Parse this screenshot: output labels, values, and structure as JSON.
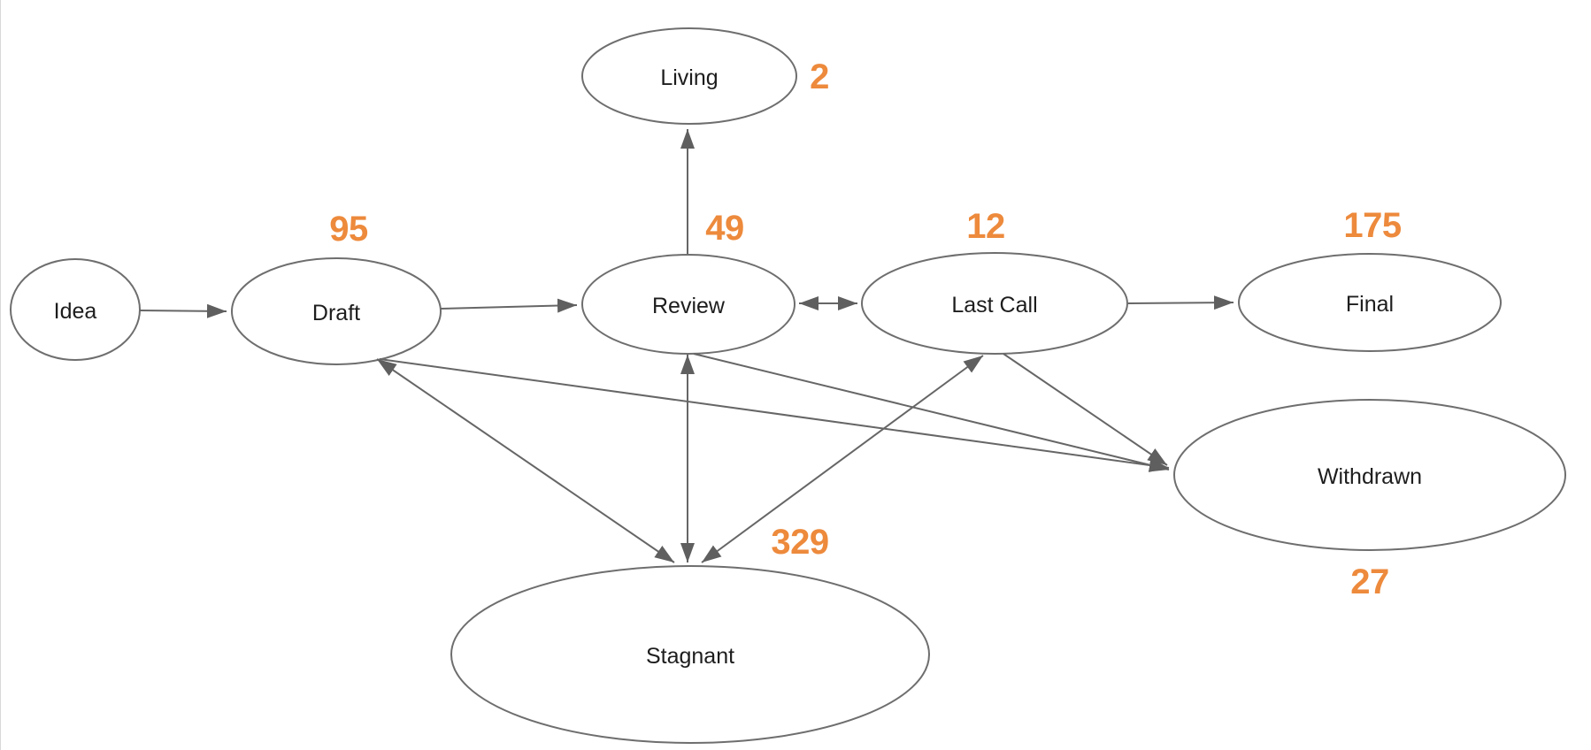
{
  "diagram": {
    "type": "state-flow-diagram",
    "colors": {
      "accent": "#ED8A3C",
      "line": "#666666",
      "node_stroke": "#6e6e6e",
      "label_text": "#1d1d1d",
      "background": "#ffffff"
    },
    "nodes": [
      {
        "id": "idea",
        "label": "Idea",
        "count": ""
      },
      {
        "id": "draft",
        "label": "Draft",
        "count": "95"
      },
      {
        "id": "review",
        "label": "Review",
        "count": "49"
      },
      {
        "id": "last-call",
        "label": "Last Call",
        "count": "12"
      },
      {
        "id": "final",
        "label": "Final",
        "count": "175"
      },
      {
        "id": "living",
        "label": "Living",
        "count": "2"
      },
      {
        "id": "withdrawn",
        "label": "Withdrawn",
        "count": "27"
      },
      {
        "id": "stagnant",
        "label": "Stagnant",
        "count": "329"
      }
    ],
    "edges": [
      {
        "from": "Idea",
        "to": "Draft",
        "bidirectional": false
      },
      {
        "from": "Draft",
        "to": "Review",
        "bidirectional": false
      },
      {
        "from": "Review",
        "to": "Last Call",
        "bidirectional": true
      },
      {
        "from": "Last Call",
        "to": "Final",
        "bidirectional": false
      },
      {
        "from": "Review",
        "to": "Living",
        "bidirectional": false
      },
      {
        "from": "Draft",
        "to": "Stagnant",
        "bidirectional": true
      },
      {
        "from": "Review",
        "to": "Stagnant",
        "bidirectional": true
      },
      {
        "from": "Last Call",
        "to": "Stagnant",
        "bidirectional": true
      },
      {
        "from": "Draft",
        "to": "Withdrawn",
        "bidirectional": false
      },
      {
        "from": "Review",
        "to": "Withdrawn",
        "bidirectional": false
      },
      {
        "from": "Last Call",
        "to": "Withdrawn",
        "bidirectional": false
      }
    ]
  }
}
